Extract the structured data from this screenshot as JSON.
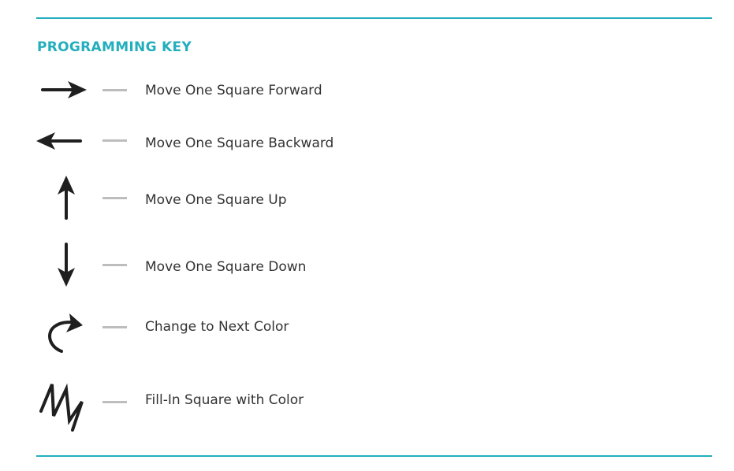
{
  "heading": "PROGRAMMING KEY",
  "colors": {
    "accent": "#23aebd",
    "icon": "#1f1f1f",
    "dash": "#bdbdbd",
    "text": "#333333"
  },
  "key_items": [
    {
      "icon": "arrow-right-icon",
      "label": "Move One Square Forward"
    },
    {
      "icon": "arrow-left-icon",
      "label": "Move One Square Backward"
    },
    {
      "icon": "arrow-up-icon",
      "label": "Move One Square Up"
    },
    {
      "icon": "arrow-down-icon",
      "label": "Move One Square Down"
    },
    {
      "icon": "curved-arrow-icon",
      "label": "Change to Next Color"
    },
    {
      "icon": "zigzag-icon",
      "label": "Fill-In Square with Color"
    }
  ]
}
